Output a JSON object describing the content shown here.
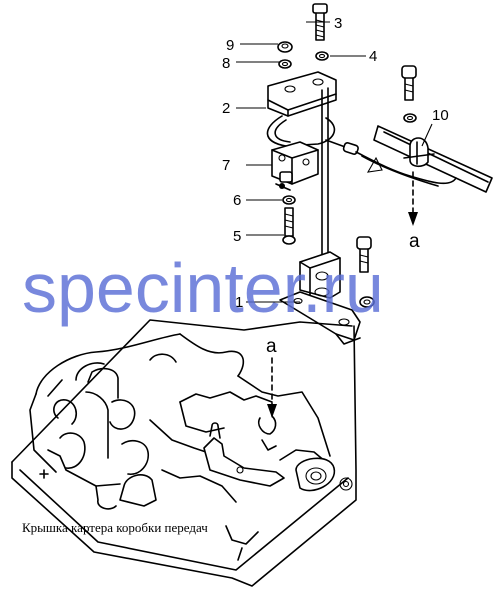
{
  "callouts": [
    {
      "id": "1",
      "label": "1"
    },
    {
      "id": "2",
      "label": "2"
    },
    {
      "id": "3",
      "label": "3"
    },
    {
      "id": "4",
      "label": "4"
    },
    {
      "id": "5",
      "label": "5"
    },
    {
      "id": "6",
      "label": "6"
    },
    {
      "id": "7",
      "label": "7"
    },
    {
      "id": "8",
      "label": "8"
    },
    {
      "id": "9",
      "label": "9"
    },
    {
      "id": "10",
      "label": "10"
    }
  ],
  "view_arrows": {
    "right": "a",
    "left": "a"
  },
  "watermark": "specinter.ru",
  "caption": "Крышка картера коробки передач"
}
